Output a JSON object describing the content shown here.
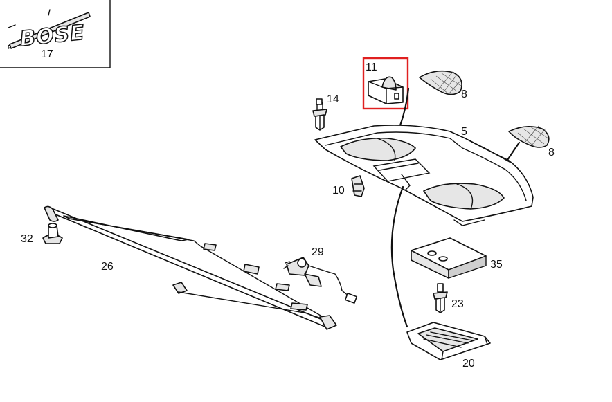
{
  "logo": {
    "text": "BOSE"
  },
  "highlight": {
    "part": "11",
    "color": "#e02020"
  },
  "labels": {
    "p17": "17",
    "p11": "11",
    "p14": "14",
    "p8a": "8",
    "p5": "5",
    "p8b": "8",
    "p10": "10",
    "p32": "32",
    "p26": "26",
    "p29": "29",
    "p35": "35",
    "p23": "23",
    "p20": "20"
  }
}
